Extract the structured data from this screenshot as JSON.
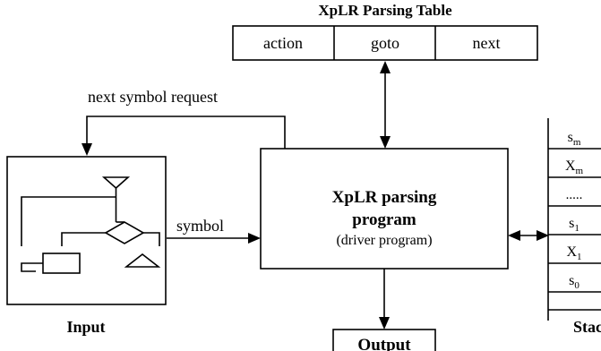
{
  "table": {
    "title": "XpLR  Parsing  Table",
    "columns": [
      "action",
      "goto",
      "next"
    ]
  },
  "parser": {
    "line1": "XpLR  parsing",
    "line2": "program",
    "line3": "(driver program)"
  },
  "input": {
    "label": "Input"
  },
  "output": {
    "label": "Output"
  },
  "stack": {
    "label": "Stack",
    "cells": [
      {
        "base": "s",
        "sub": "m"
      },
      {
        "base": "X",
        "sub": "m"
      },
      {
        "base": ".....",
        "sub": ""
      },
      {
        "base": "s",
        "sub": "1"
      },
      {
        "base": "X",
        "sub": "1"
      },
      {
        "base": "s",
        "sub": "0"
      }
    ]
  },
  "arrows": {
    "request_label": "next symbol  request",
    "symbol_label": "symbol"
  }
}
